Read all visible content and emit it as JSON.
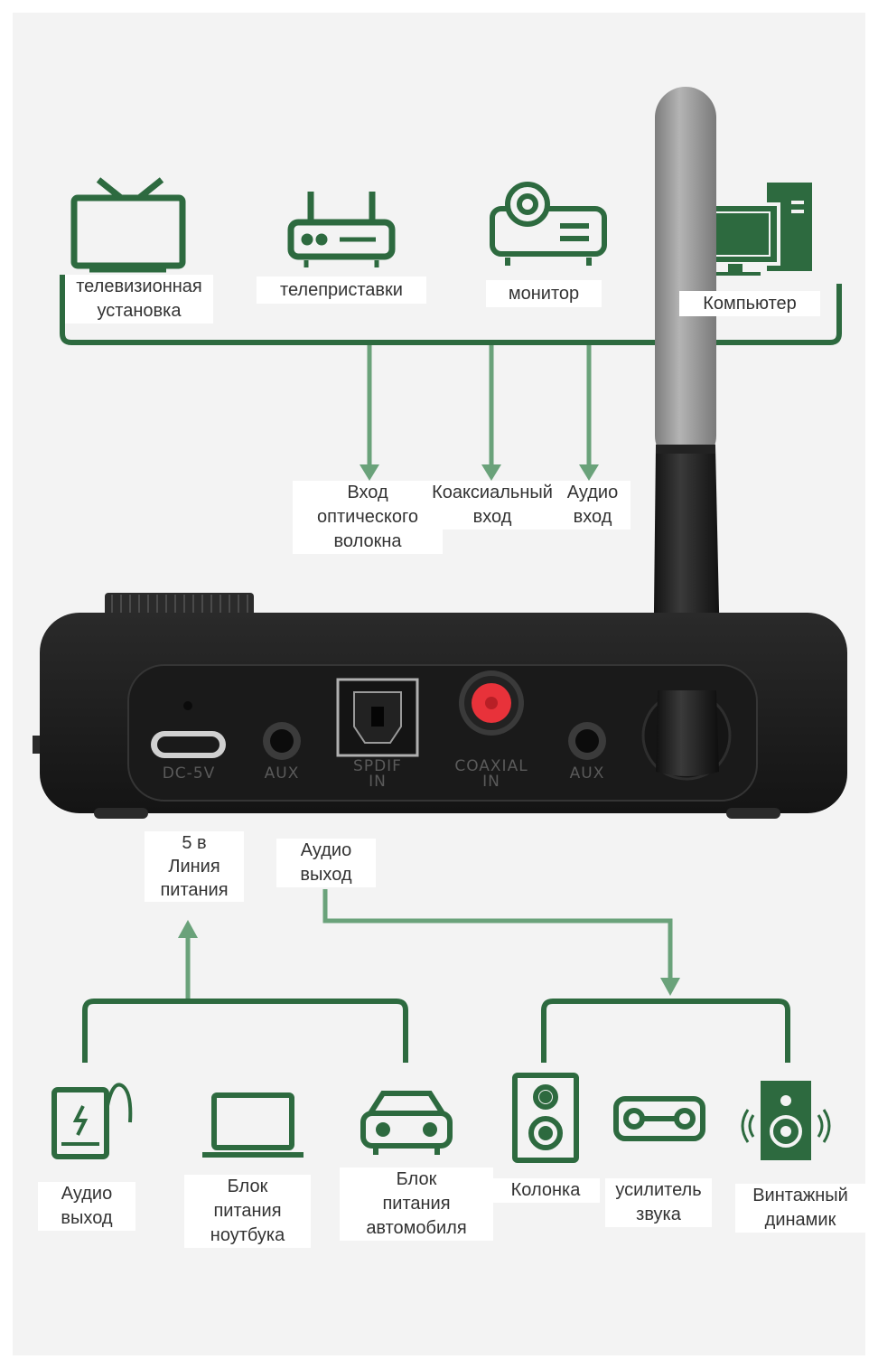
{
  "colors": {
    "accent_dark": "#2d6a3f",
    "accent_light": "#6aa27a",
    "device_body": "#1c1c1c",
    "coaxial_red": "#e8323a",
    "antenna_gray": "#9a9a9a",
    "background": "#f3f3f3"
  },
  "sources": [
    {
      "icon": "tv-icon",
      "label": "телевизионная\nустановка"
    },
    {
      "icon": "set-top-box-icon",
      "label": "телеприставки"
    },
    {
      "icon": "projector-icon",
      "label": "монитор"
    },
    {
      "icon": "computer-icon",
      "label": "Компьютер"
    }
  ],
  "inputs": [
    {
      "label": "Вход\nоптического\nволокна"
    },
    {
      "label": "Коаксиальный\nвход"
    },
    {
      "label": "Аудио\nвход"
    }
  ],
  "device": {
    "ports": [
      {
        "icon": "usb-c-port-icon",
        "label": "DC-5V"
      },
      {
        "icon": "aux-jack-icon",
        "label": "AUX"
      },
      {
        "icon": "optical-port-icon",
        "label": "SPDIF\nIN"
      },
      {
        "icon": "coaxial-port-icon",
        "label": "COAXIAL\nIN"
      },
      {
        "icon": "aux-jack-icon",
        "label": "AUX"
      }
    ]
  },
  "outputs": {
    "power_label": "5 в\nЛиния\nпитания",
    "audio_out_label": "Аудио\nвыход"
  },
  "power_sources": [
    {
      "icon": "power-bank-icon",
      "label": "Аудио\nвыход"
    },
    {
      "icon": "laptop-icon",
      "label": "Блок\nпитания\nноутбука"
    },
    {
      "icon": "car-icon",
      "label": "Блок\nпитания\nавтомобиля"
    }
  ],
  "audio_sinks": [
    {
      "icon": "speaker-icon",
      "label": "Колонка"
    },
    {
      "icon": "amplifier-icon",
      "label": "усилитель\nзвука"
    },
    {
      "icon": "vintage-speaker-icon",
      "label": "Винтажный\nдинамик"
    }
  ]
}
